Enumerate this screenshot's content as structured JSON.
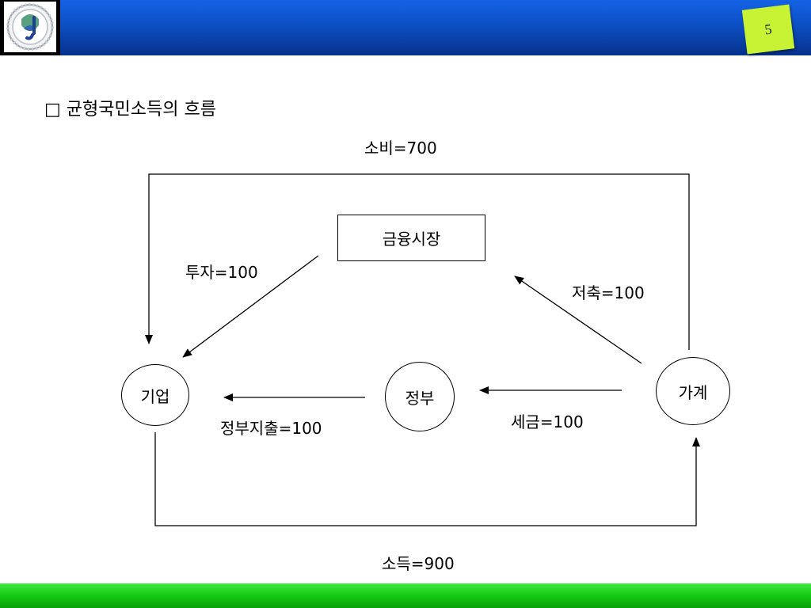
{
  "header": {
    "logo_icon": "university-emblem-icon",
    "page_number": "5",
    "bar_color": "#0c4fc4",
    "badge_color": "#c8f234",
    "footer_color": "#14c914"
  },
  "slide": {
    "title": "□ 균형국민소득의 흐름"
  },
  "diagram": {
    "nodes": {
      "financial_market": "금융시장",
      "firm": "기업",
      "government": "정부",
      "household": "가계"
    },
    "flows": {
      "consumption": "소비=700",
      "investment": "투자=100",
      "saving": "저축=100",
      "tax": "세금=100",
      "government_spending": "정부지출=100",
      "income": "소득=900"
    }
  }
}
